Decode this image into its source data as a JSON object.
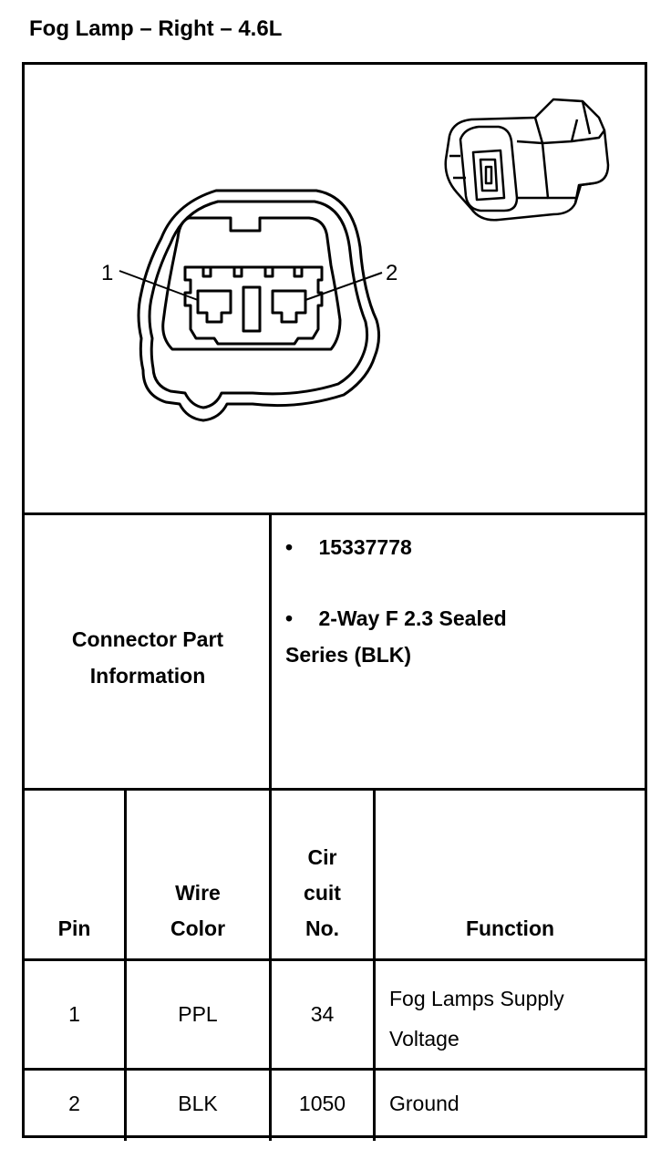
{
  "title": "Fog Lamp – Right – 4.6L",
  "connector_face": {
    "pin_labels": [
      "1",
      "2"
    ]
  },
  "connector_info": {
    "label_line1": "Connector Part",
    "label_line2": "Information",
    "bullet": "•",
    "part_number": "15337778",
    "description_line1": "2-Way F 2.3 Sealed",
    "description_line2": "Series (BLK)"
  },
  "table": {
    "headers": {
      "pin": "Pin",
      "wire_color_line1": "Wire",
      "wire_color_line2": "Color",
      "circuit_line1": "Cir",
      "circuit_line2": "cuit",
      "circuit_line3": "No.",
      "function": "Function"
    },
    "rows": [
      {
        "pin": "1",
        "wire_color": "PPL",
        "circuit": "34",
        "function_line1": "Fog Lamps Supply",
        "function_line2": "Voltage"
      },
      {
        "pin": "2",
        "wire_color": "BLK",
        "circuit": "1050",
        "function_line1": "Ground",
        "function_line2": ""
      }
    ]
  }
}
